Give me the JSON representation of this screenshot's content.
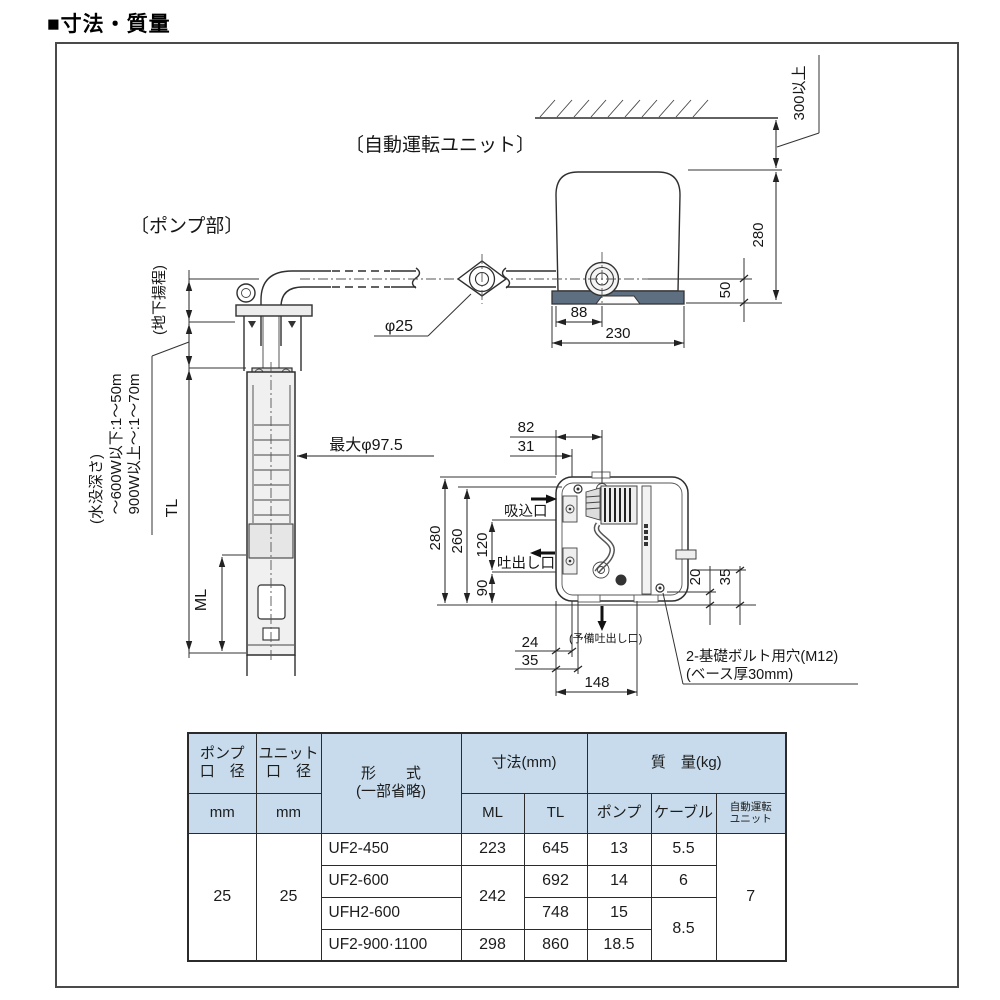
{
  "page": {
    "title": "■寸法・質量"
  },
  "colors": {
    "table_header_bg": "#c7dbec",
    "unit_base_fill": "#5d6f80",
    "line": "#2f2f2f"
  },
  "pump_view": {
    "label": "〔ポンプ部〕",
    "underground_head": "(地下揚程)",
    "submersion_depth": "(水没深さ)",
    "submersion_range_low": "～600W以下:1～50m",
    "submersion_range_high": "900W以上～:1～70m",
    "dim_tl": "TL",
    "dim_ml": "ML",
    "max_diameter": "最大φ97.5",
    "pipe_diameter": "φ25"
  },
  "unit_side_view": {
    "label": "〔自動運転ユニット〕",
    "clearance": "300以上",
    "dim_height": "280",
    "dim_base": "50",
    "dim_88": "88",
    "dim_230": "230"
  },
  "unit_top_view": {
    "dim_82": "82",
    "dim_31": "31",
    "dim_280": "280",
    "dim_260": "260",
    "dim_120": "120",
    "dim_90": "90",
    "suction_port": "吸込口",
    "discharge_port": "吐出し口",
    "dim_20": "20",
    "dim_35_right": "35",
    "dim_24": "24",
    "dim_35_bottom": "35",
    "dim_148": "148",
    "spare_discharge": "(予備吐出し口)",
    "bolt_note_line1": "2-基礎ボルト用穴(M12)",
    "bolt_note_line2": "(ベース厚30mm)"
  },
  "table": {
    "header": {
      "pump_bore_line1": "ポンプ",
      "pump_bore_line2": "口　径",
      "unit_bore_line1": "ユニット",
      "unit_bore_line2": "口　径",
      "model_line1": "形　　式",
      "model_line2": "(一部省略)",
      "dims_group": "寸法(mm)",
      "mass_group": "質　量(kg)",
      "unit_mm_1": "mm",
      "unit_mm_2": "mm",
      "col_ml": "ML",
      "col_tl": "TL",
      "col_pump": "ポンプ",
      "col_cable": "ケーブル",
      "col_auto_line1": "自動運転",
      "col_auto_line2": "ユニット"
    },
    "shared": {
      "pump_bore": "25",
      "unit_bore": "25",
      "auto_unit_mass": "7"
    },
    "rows": [
      {
        "model": "UF2-450",
        "ml": "223",
        "tl": "645",
        "pump": "13",
        "cable": "5.5"
      },
      {
        "model": "UF2-600",
        "ml": "242",
        "tl": "692",
        "pump": "14",
        "cable": "6"
      },
      {
        "model": "UFH2-600",
        "tl": "748",
        "pump": "15",
        "cable": "8.5"
      },
      {
        "model": "UF2-900·1100",
        "ml": "298",
        "tl": "860",
        "pump": "18.5"
      }
    ]
  }
}
